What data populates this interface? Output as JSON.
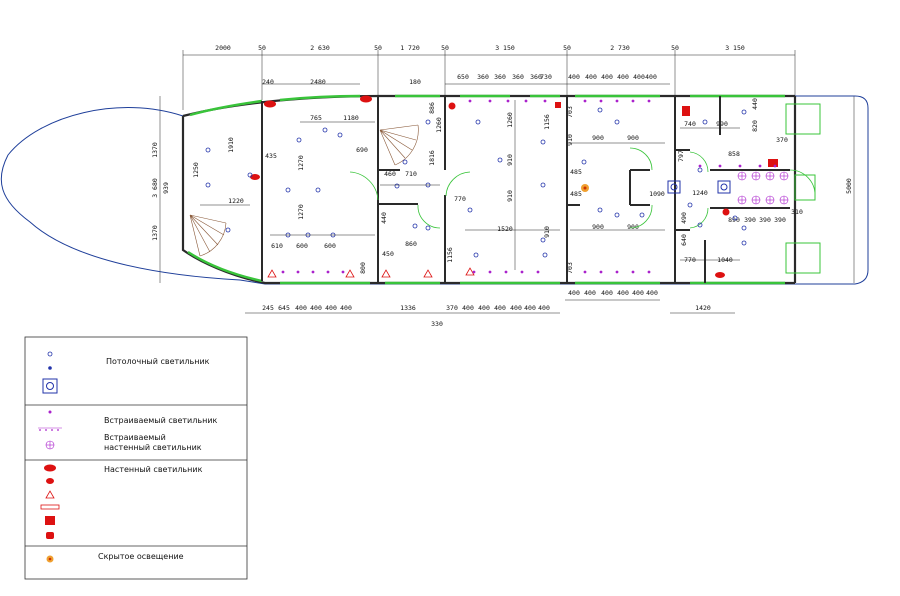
{
  "top_dims_row1": [
    "2000",
    "50",
    "2 630",
    "50",
    "1 720",
    "50",
    "3 150",
    "50",
    "2 730",
    "50",
    "3 150"
  ],
  "top_dims_row2": [
    "240",
    "2480",
    "180",
    "650",
    "360",
    "360",
    "360",
    "360",
    "730",
    "400",
    "400",
    "400",
    "400",
    "400",
    "400"
  ],
  "bottom_dims_row1": [
    "245",
    "645",
    "400",
    "400",
    "400",
    "400",
    "1336",
    "370",
    "400",
    "400",
    "400",
    "400",
    "400",
    "400",
    "400",
    "400",
    "400",
    "400",
    "400",
    "400",
    "1420"
  ],
  "bottom_dims_row2": [
    "330"
  ],
  "left_dims": [
    "1370",
    "3 680",
    "1370"
  ],
  "right_dims": [
    "5000"
  ],
  "interior_dims": [
    "1910",
    "1250",
    "939",
    "1220",
    "765",
    "1180",
    "435",
    "1270",
    "1270",
    "610",
    "600",
    "600",
    "886",
    "1260",
    "1816",
    "690",
    "460",
    "710",
    "440",
    "860",
    "450",
    "800",
    "770",
    "1156",
    "1260",
    "910",
    "910",
    "1520",
    "910",
    "1156",
    "703",
    "910",
    "485",
    "485",
    "900",
    "900",
    "703",
    "900",
    "900",
    "1090",
    "1240",
    "740",
    "990",
    "820",
    "440",
    "797",
    "858",
    "370",
    "890",
    "390",
    "390",
    "390",
    "310",
    "490",
    "640",
    "770",
    "1040"
  ],
  "legend": {
    "ceiling": "Потолочный светильник",
    "recessed": "Встраиваемый светильник",
    "recessed_wall": "Встраиваемый настенный светильник",
    "wall": "Настенный светильник",
    "hidden": "Скрытое освещение"
  },
  "colors": {
    "wall": "#2a2a2a",
    "window": "#39c43a",
    "hull": "#1f3f9a",
    "lamp": "#dd1111",
    "ceiling": "#2233aa",
    "recessed": "#aa22cc",
    "fan": "#8a5a3a"
  }
}
